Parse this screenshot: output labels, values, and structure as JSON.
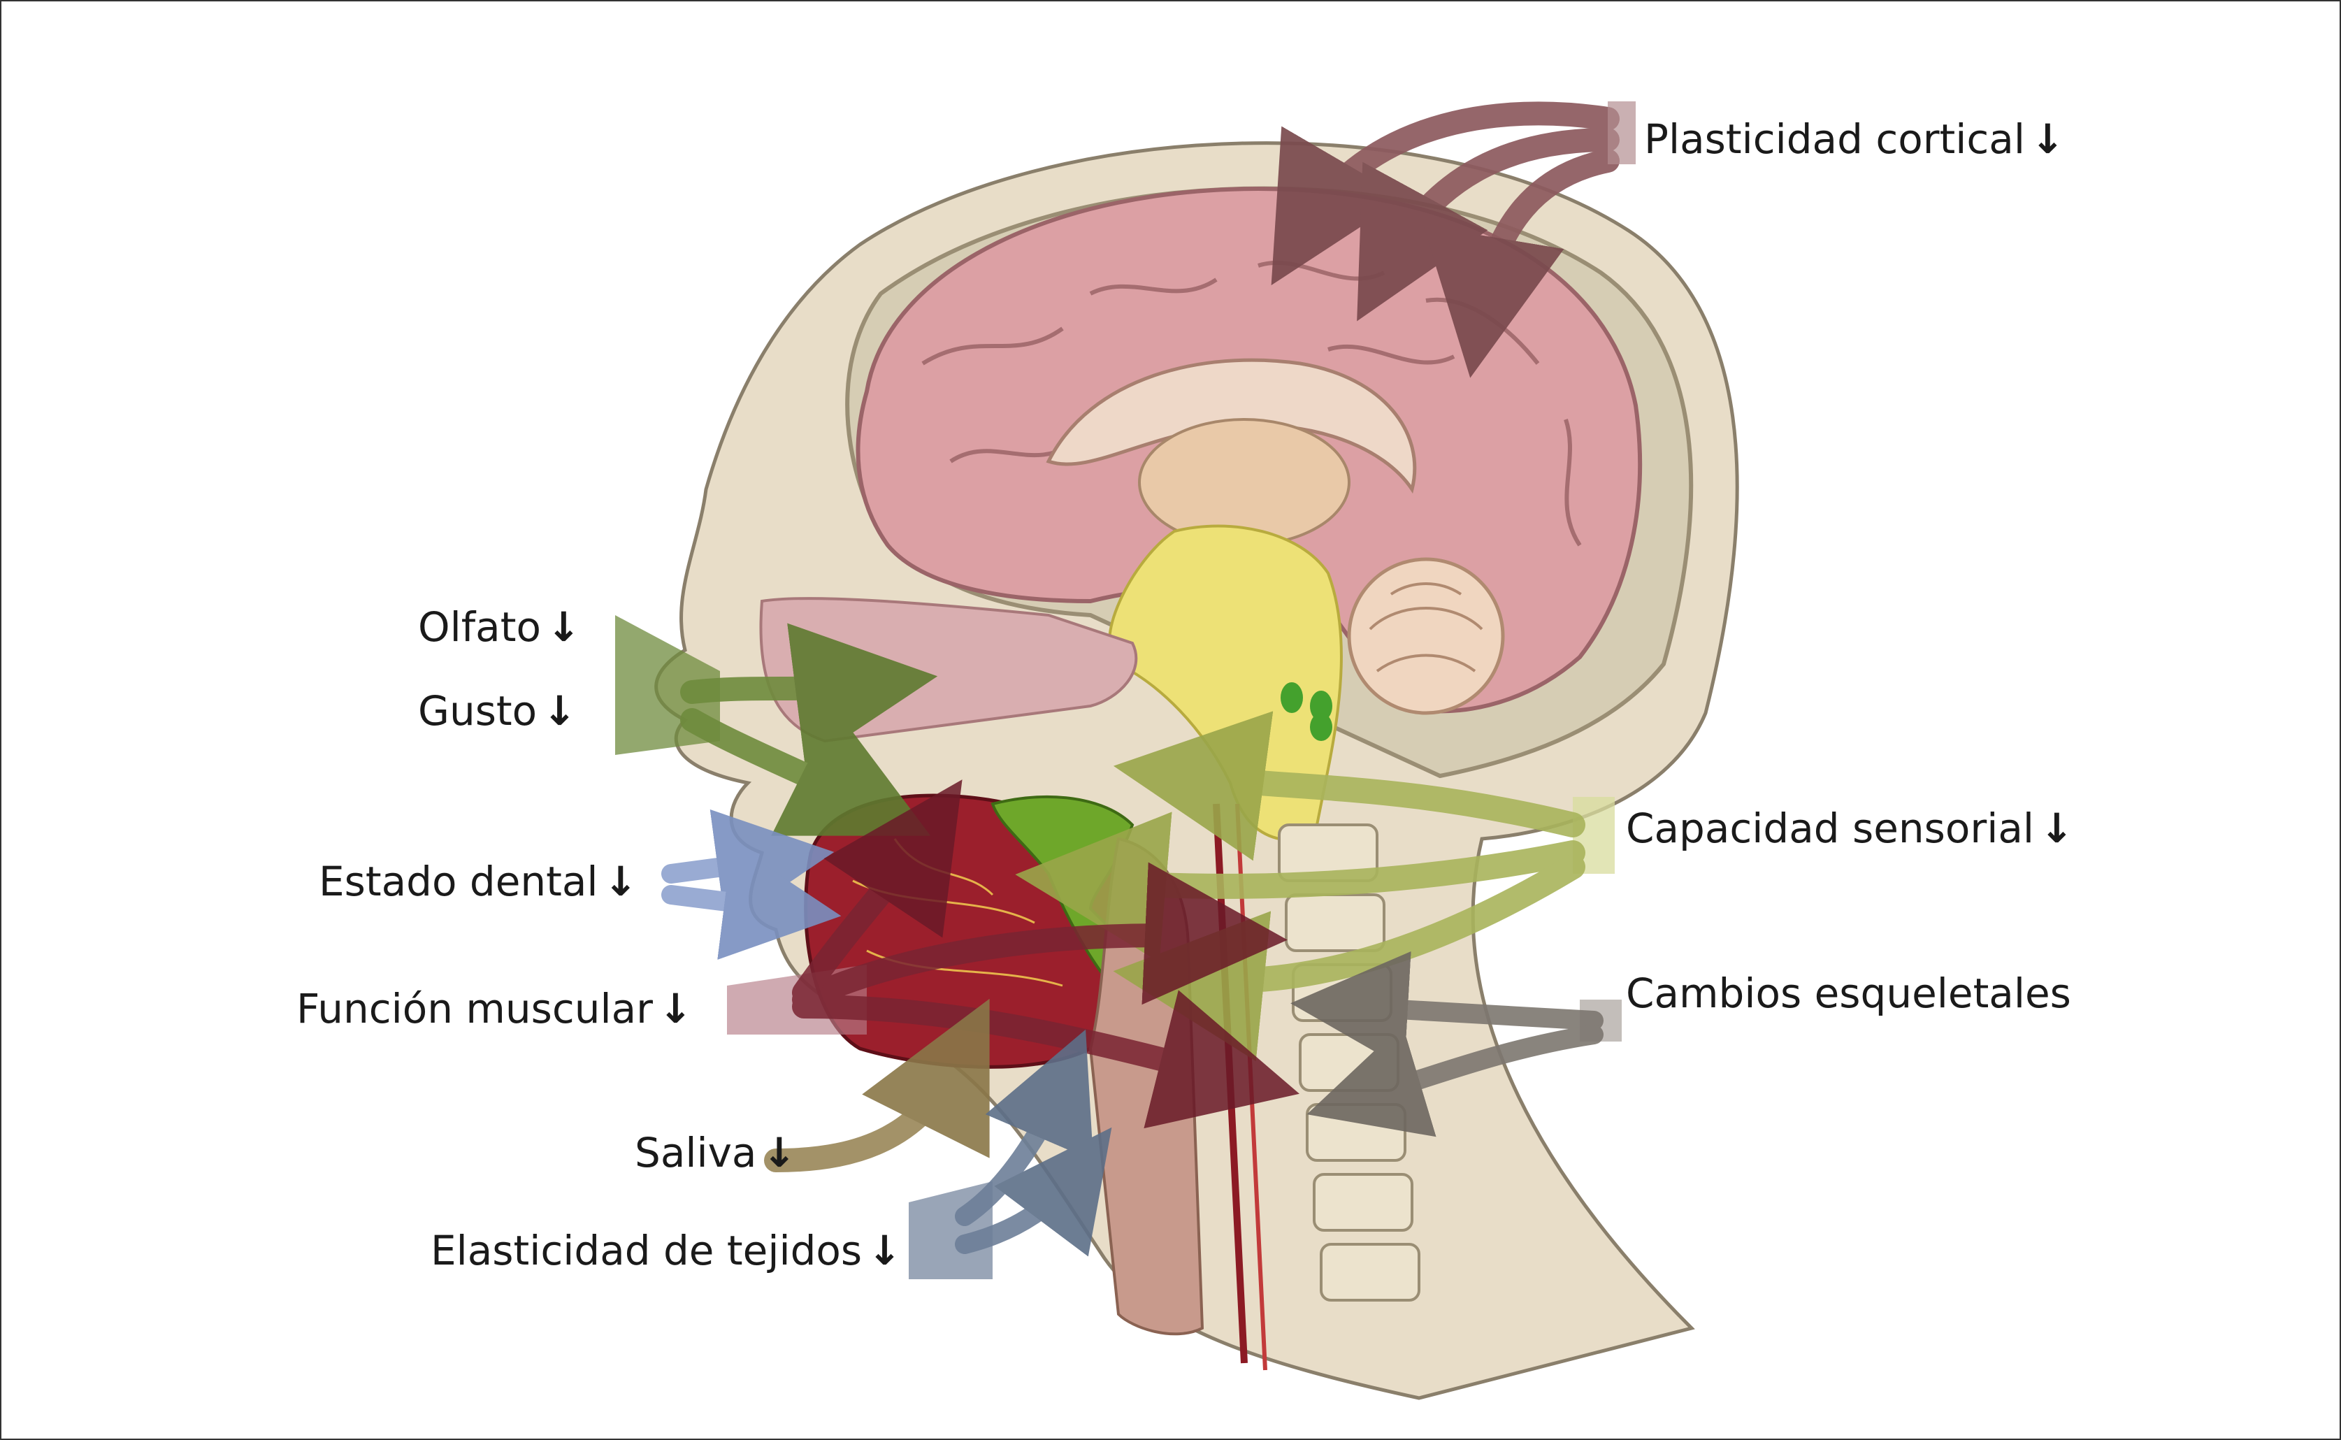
{
  "labels": {
    "plasticidad": "Plasticidad cortical",
    "olfato": "Olfato",
    "gusto": "Gusto",
    "capacidad": "Capacidad sensorial",
    "dental": "Estado dental",
    "cambios": "Cambios esqueletales",
    "muscular": "Función muscular",
    "saliva": "Saliva",
    "elasticidad": "Elasticidad de tejidos"
  },
  "decrease_symbol": "↓",
  "colors": {
    "brain": "#dca0a4",
    "skin": "#e8ddc8",
    "skull": "#d6cdb4",
    "brainstem": "#ede176",
    "tongue": "#9b1f2c",
    "arrow_cortical": "#8d5a5e",
    "arrow_sensory": "#a9b45c",
    "arrow_smell": "#6f8b3d",
    "arrow_dental": "#8fa3cf",
    "arrow_muscle": "#7a2432",
    "arrow_skeletal": "#7d7770",
    "arrow_saliva": "#9a8758",
    "arrow_elastic": "#6d7f98"
  }
}
